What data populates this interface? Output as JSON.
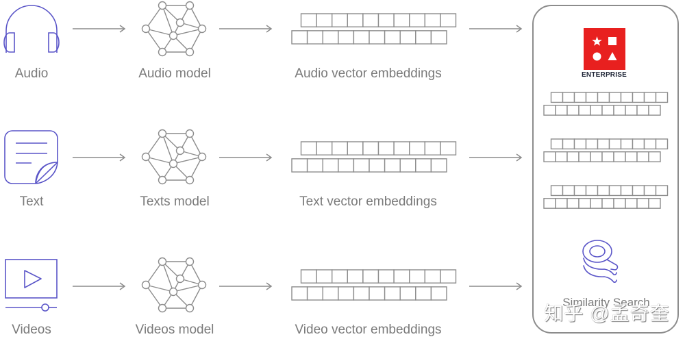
{
  "rows": [
    {
      "source_label": "Audio",
      "source_icon": "headphones-icon",
      "model_label": "Audio model",
      "embedding_label": "Audio vector embeddings"
    },
    {
      "source_label": "Text",
      "source_icon": "document-icon",
      "model_label": "Texts model",
      "embedding_label": "Text vector embeddings"
    },
    {
      "source_label": "Videos",
      "source_icon": "video-player-icon",
      "model_label": "Videos model",
      "embedding_label": "Video vector embeddings"
    }
  ],
  "store": {
    "brand_label": "ENTERPRISE",
    "search_label": "Similarity Search",
    "stored_vector_count": 3
  },
  "watermark": "知乎 @孟奇奎",
  "colors": {
    "icon_stroke": "#5a55c8",
    "line_gray": "#8c8c8c",
    "text_gray": "#7a7a7a",
    "brand_red": "#e8201f",
    "brand_text": "#1e2436"
  }
}
